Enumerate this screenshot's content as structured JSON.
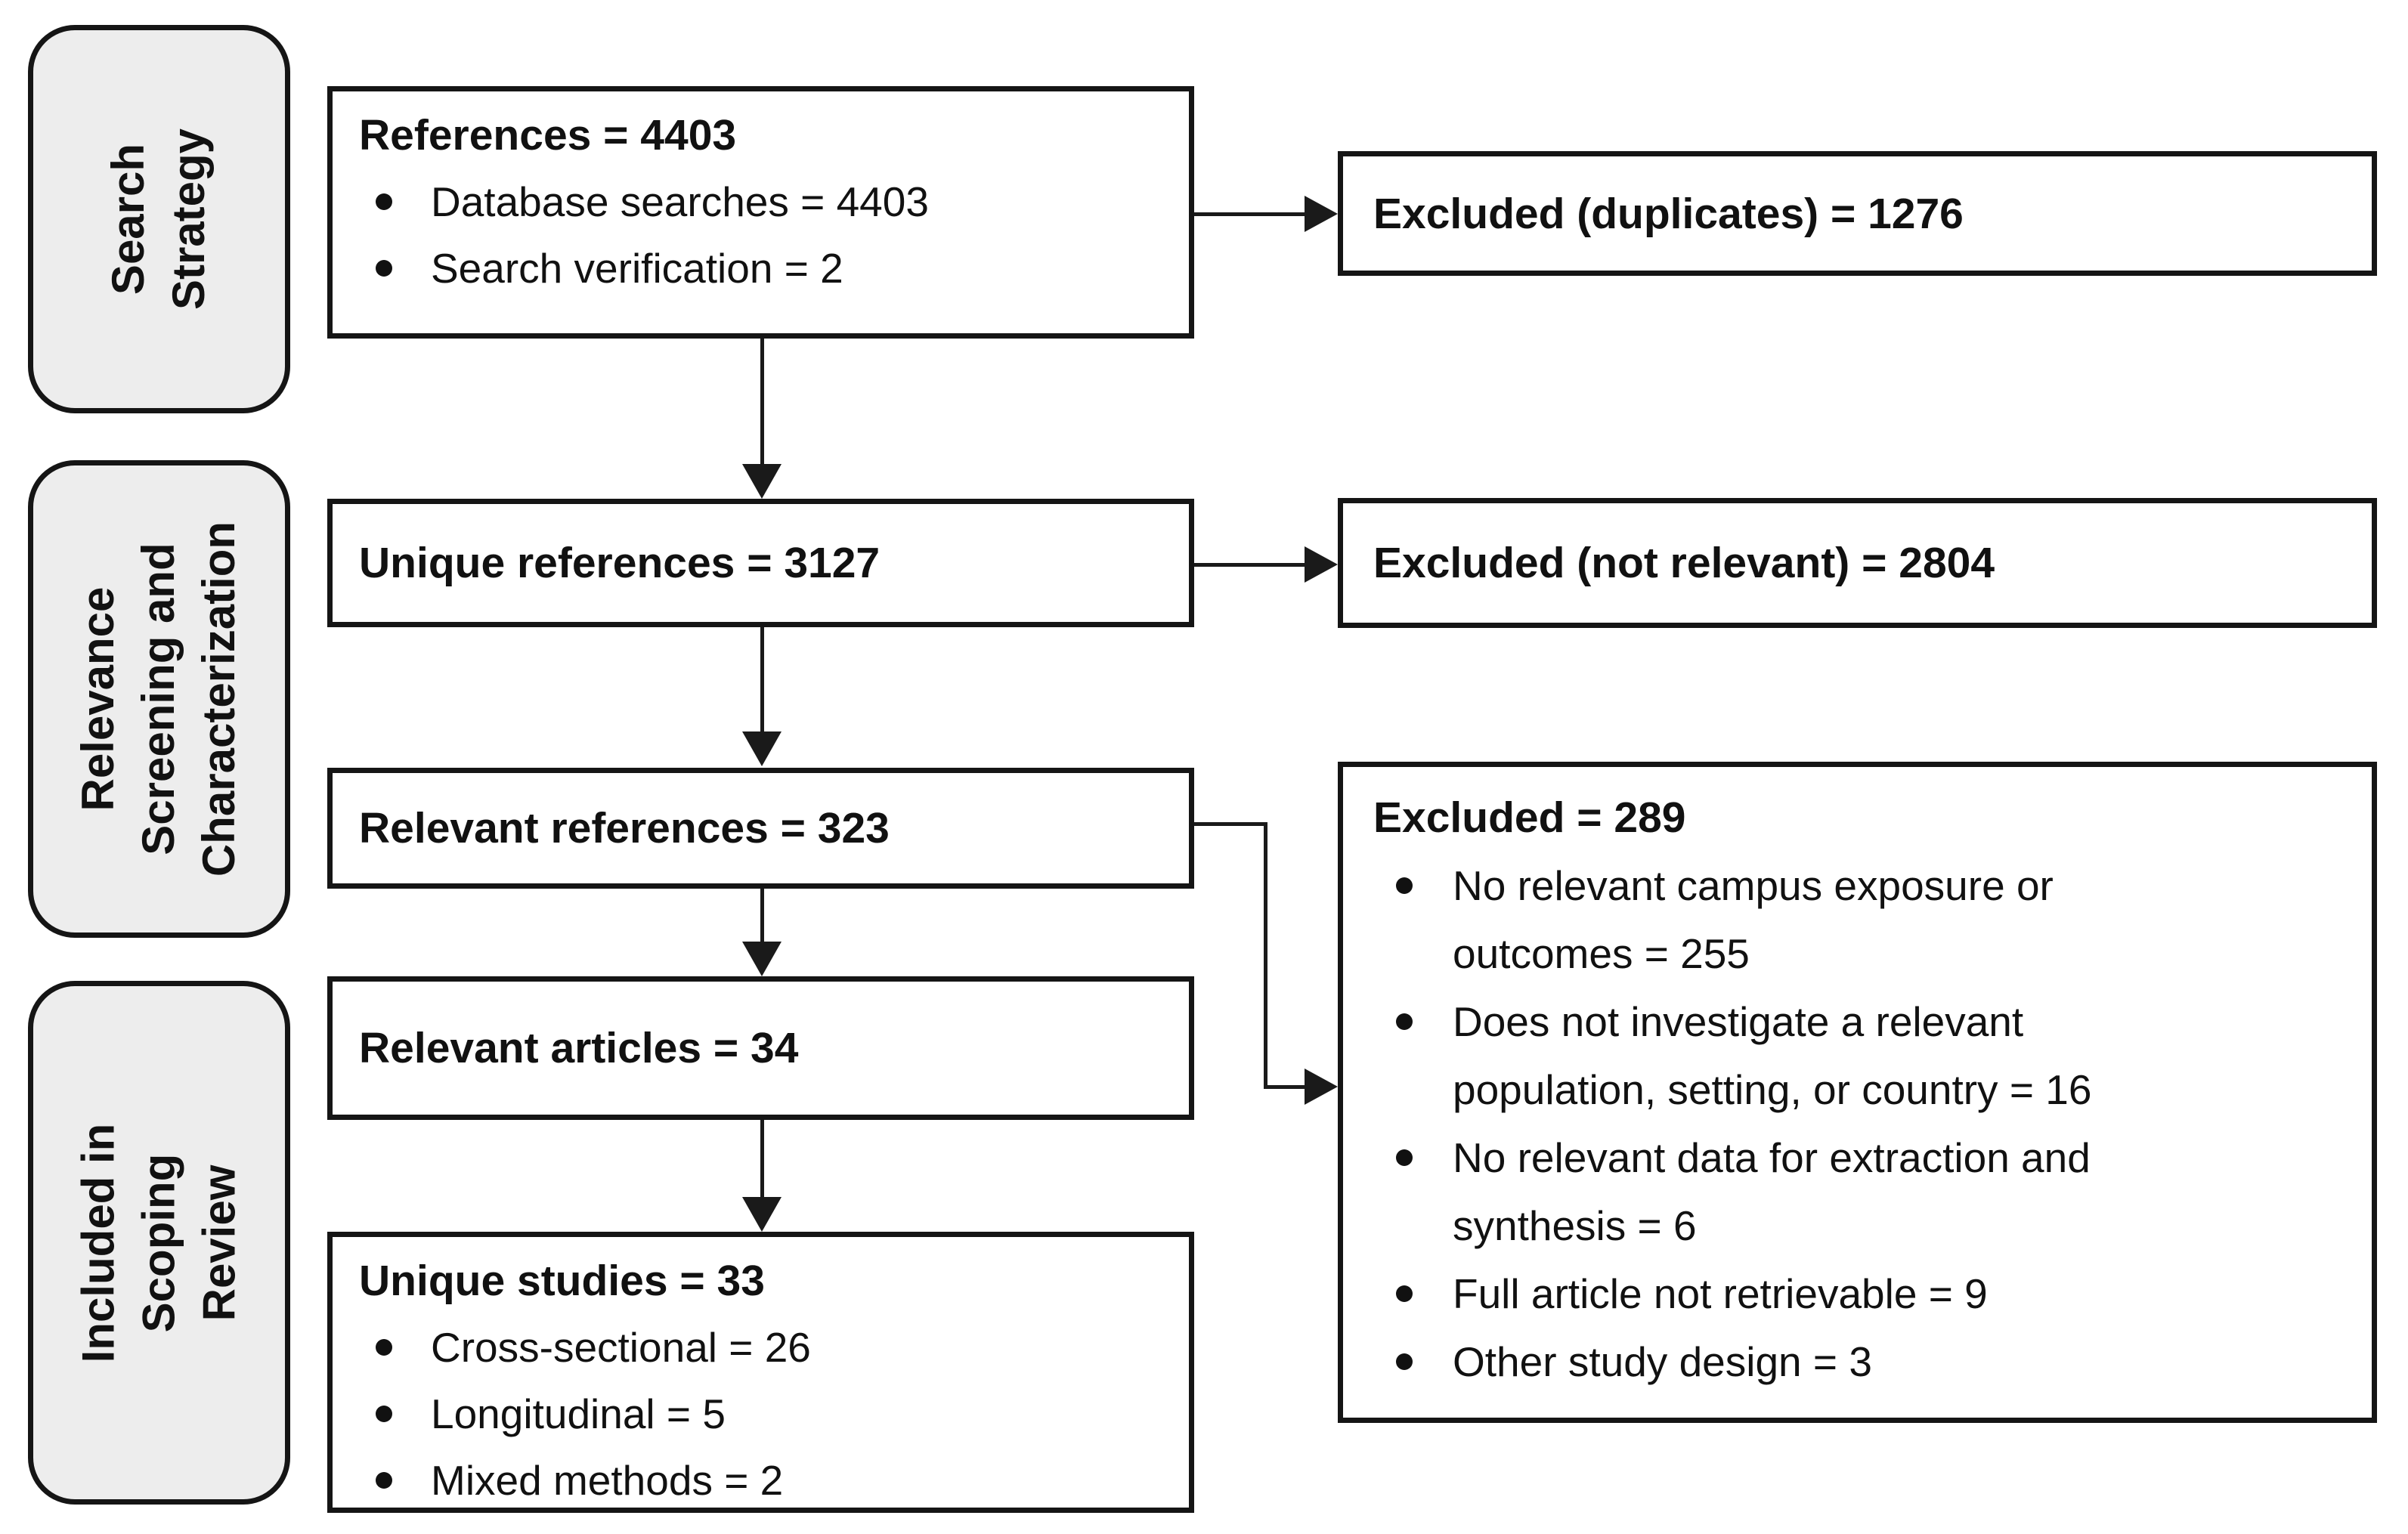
{
  "colors": {
    "background": "#ffffff",
    "box_border": "#151515",
    "connector_line": "#1a1a1a",
    "side_label_fill": "#ededed",
    "text": "#111111"
  },
  "side_labels": [
    {
      "label": "Search\nStrategy"
    },
    {
      "label": "Relevance\nScreening and\nCharacterization"
    },
    {
      "label": "Included in Scoping\nReview"
    }
  ],
  "flow_boxes": [
    {
      "title": "References = 4403",
      "bullets": [
        "Database searches = 4403",
        "Search verification = 2"
      ]
    },
    {
      "title": "Unique references = 3127"
    },
    {
      "title": "Relevant references = 323"
    },
    {
      "title": "Relevant articles = 34"
    },
    {
      "title": "Unique studies = 33",
      "bullets": [
        "Cross-sectional = 26",
        "Longitudinal = 5",
        "Mixed methods = 2"
      ]
    }
  ],
  "exclusion_boxes": [
    {
      "title": "Excluded (duplicates) = 1276"
    },
    {
      "title": "Excluded (not relevant) = 2804"
    },
    {
      "title": "Excluded = 289",
      "bullets": [
        "No relevant campus exposure or outcomes = 255",
        "Does not investigate a relevant population, setting, or country = 16",
        "No relevant data for extraction and synthesis = 6",
        "Full article not retrievable = 9",
        "Other study design = 3"
      ]
    }
  ]
}
